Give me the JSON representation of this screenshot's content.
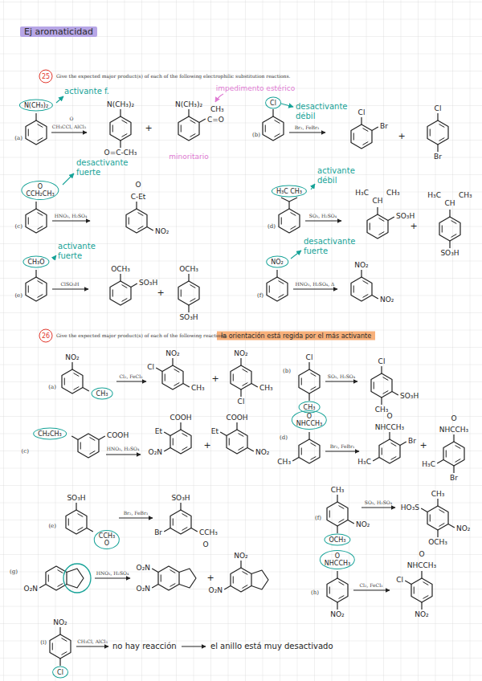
{
  "diagram": {
    "nodes": [
      {
        "text": [
          "Ej aromaticidad"
        ]
      },
      {
        "text": [
          "25"
        ]
      },
      {
        "text": [
          "N(CH₃)₂"
        ]
      },
      {
        "text": [
          "Cl"
        ]
      },
      {
        "text": [
          "O",
          "CCH₂CH₃"
        ]
      },
      {
        "text": [
          "H₃C CH₃"
        ]
      },
      {
        "text": [
          "CH₃O"
        ]
      },
      {
        "text": [
          "NO₂"
        ]
      },
      {
        "text": [
          "26"
        ]
      },
      {
        "text": [
          "la orientación está regida por el más activante"
        ]
      },
      {
        "text": [
          "CH₃"
        ]
      },
      {
        "text": [
          "CH₃"
        ]
      },
      {
        "text": [
          "CH₂CH₃"
        ]
      },
      {
        "text": [
          "O",
          "NHCCH₃"
        ]
      },
      {
        "text": [
          "CCH₃",
          "O"
        ]
      },
      {
        "text": [
          "OCH₃"
        ]
      },
      {
        "text": [
          "O",
          "NHCCH₃"
        ]
      },
      {
        "text": [
          "Cl"
        ]
      }
    ],
    "labels": [
      "Give the expected major product(s) of each of the following electrophilic substitution reactions.",
      "activante f.",
      "(a)",
      "O",
      "CH₃CCl, AlCl₃",
      "N(CH₃)₂",
      "O=C-CH₃",
      "+",
      "N(CH₃)₂",
      "CH₃",
      "C=O",
      "minoritario",
      "impedimento estérico",
      "(b)",
      "desactivante débil",
      "Br₂, FeBr₃",
      "Cl",
      "Br",
      "+",
      "Cl",
      "Br",
      "(c)",
      "desactivante fuerte",
      "HNO₃, H₂SO₄",
      "O",
      "C-Et",
      "NO₂",
      "(d)",
      "activante débil",
      "SO₃, H₂SO₄",
      "H₃C",
      "CH",
      "CH₃",
      "SO₃H",
      "+",
      "H₃C",
      "CH",
      "CH₃",
      "SO₃H",
      "(e)",
      "activante fuerte",
      "ClSO₃H",
      "OCH₃",
      "SO₃H",
      "+",
      "OCH₃",
      "SO₃H",
      "(f)",
      "desactivante fuerte",
      "HNO₃, H₂SO₄, Δ",
      "NO₂",
      "NO₂",
      "Give the expected major product(s) of each of the following reactions.",
      "(a)",
      "NO₂",
      "Cl₂, FeCl₃",
      "NO₂",
      "Cl",
      "CH₃",
      "+",
      "NO₂",
      "Cl",
      "CH₃",
      "(b)",
      "Cl",
      "SO₃, H₂SO₄",
      "Cl",
      "SO₃H",
      "CH₃",
      "(c)",
      "COOH",
      "HNO₃, H₂SO₄",
      "COOH",
      "Et",
      "O₂N",
      "+",
      "COOH",
      "Et",
      "NO₂",
      "(d)",
      "CH₃",
      "Br₂, FeBr₃",
      "O",
      "NHCCH₃",
      "Br",
      "H₃C",
      "+",
      "O",
      "NHCCH₃",
      "H₃C",
      "Br",
      "(e)",
      "SO₃H",
      "Br₂, FeBr₃",
      "SO₃H",
      "Br",
      "CCH₃",
      "O",
      "(f)",
      "CH₃",
      "NO₂",
      "SO₃, H₂SO₄",
      "CH₃",
      "HO₃S",
      "NO₂",
      "OCH₃",
      "(g)",
      "O₂N",
      "HNO₃, H₂SO₄",
      "O₂N",
      "O₂N",
      "+",
      "NO₂",
      "O₂N",
      "(h)",
      "NO₂",
      "Cl₂, FeCl₃",
      "O",
      "NHCCH₃",
      "Cl",
      "NO₂",
      "(i)",
      "NO₂",
      "CH₃Cl, AlCl₃",
      "no hay reacción",
      "el anillo está muy desactivado"
    ]
  }
}
